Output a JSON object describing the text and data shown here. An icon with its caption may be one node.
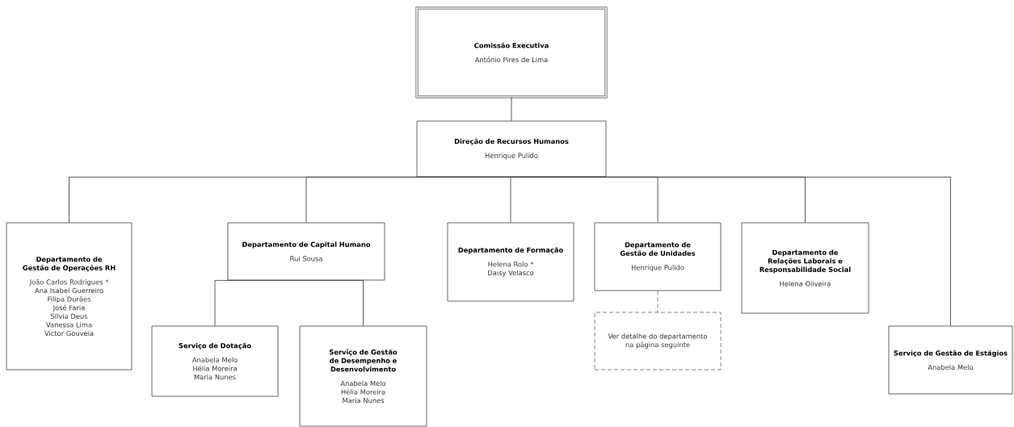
{
  "diagram": {
    "nodes": [
      {
        "text": [
          "Comissão Executiva",
          "António Pires de Lima"
        ]
      },
      {
        "text": [
          "Direção de Recursos Humanos",
          "Henrique Pulido"
        ]
      },
      {
        "text": [
          "Departamento de Gestão de Operações RH",
          "João Carlos Rodrigues *",
          "Ana Isabel Guerreiro",
          "Filipa Durães",
          "José Faria",
          "Sílvia Deus",
          "Vanessa Lima",
          "Victor Gouveia"
        ]
      },
      {
        "text": [
          "Departamento de Capital Humano",
          "Rui Sousa"
        ]
      },
      {
        "text": [
          "Departamento de Formação",
          "Helena Rolo *",
          "Daisy Velasco"
        ]
      },
      {
        "text": [
          "Departamento de Gestão de Unidades",
          "Henrique Pulido"
        ]
      },
      {
        "text": [
          "Departamento de Relações Laborais e Responsabilidade Social",
          "Helena Oliveira"
        ]
      },
      {
        "text": [
          "Serviço de Dotação",
          "Anabela Melo",
          "Hélia Moreira",
          "Maria Nunes"
        ]
      },
      {
        "text": [
          "Serviço de Gestão de Desempenho e Desenvolvimento",
          "Anabela Melo",
          "Hélia Moreira",
          "Maria Nunes"
        ]
      },
      {
        "text": [
          "Ver detalhe do departamento na página seguinte"
        ]
      },
      {
        "text": [
          "Serviço de Gestão de Estágios",
          "Anabela Melo"
        ]
      }
    ],
    "edges": [
      {
        "from": 0,
        "to": 1,
        "arrow": "none"
      },
      {
        "from": 1,
        "to": 2,
        "arrow": "none"
      },
      {
        "from": 1,
        "to": 3,
        "arrow": "none"
      },
      {
        "from": 1,
        "to": 4,
        "arrow": "none"
      },
      {
        "from": 1,
        "to": 5,
        "arrow": "none"
      },
      {
        "from": 1,
        "to": 6,
        "arrow": "none"
      },
      {
        "from": 1,
        "to": 10,
        "arrow": "none"
      },
      {
        "from": 3,
        "to": 7,
        "arrow": "none"
      },
      {
        "from": 3,
        "to": 8,
        "arrow": "none"
      },
      {
        "from": 5,
        "to": 9,
        "arrow": "none",
        "style": "dashed"
      }
    ]
  }
}
